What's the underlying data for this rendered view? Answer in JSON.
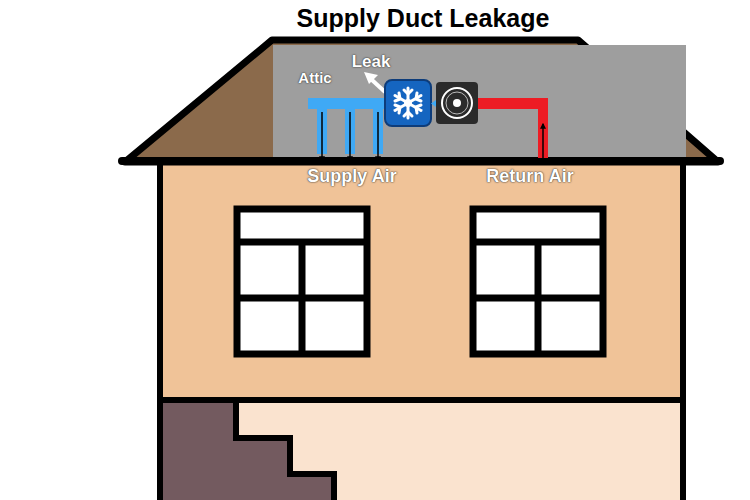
{
  "diagram": {
    "title": "Supply Duct Leakage",
    "labels": [
      "Leak",
      "Attic",
      "Supply Air",
      "Return Air"
    ]
  }
}
